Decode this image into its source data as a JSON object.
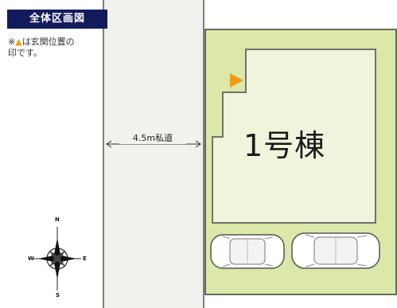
{
  "title": "全体区画図",
  "note": {
    "prefix": "※",
    "triangle": "▲",
    "line1_rest": "は玄関位置の",
    "line2": "印です。"
  },
  "road": {
    "label": "4.5m私道"
  },
  "building": {
    "label": "1号棟"
  },
  "compass": {
    "north": "N",
    "south": "S",
    "east": "E",
    "west": "W"
  },
  "icons": {
    "entrance": "entrance-triangle-icon",
    "compass": "compass-rose-icon",
    "car": "car-icon"
  },
  "colors": {
    "lot_fill": "#dbe8a9",
    "building_fill": "#f1f4dd",
    "road_fill": "#f1f1ed",
    "entrance_marker": "#f39c12",
    "title_bg": "#141b5c"
  }
}
